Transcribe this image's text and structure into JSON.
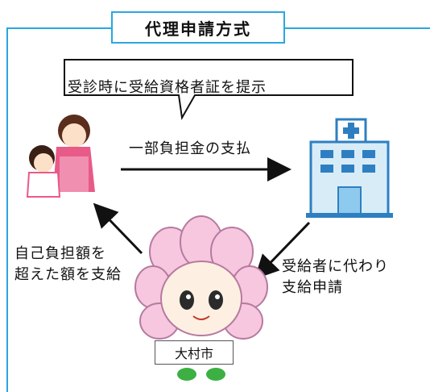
{
  "title": "代理申請方式",
  "speech_bubble": "受診時に受給資格者証を提示",
  "arrow_top_label": "一部負担金の支払",
  "arrow_left_label": [
    "自己負担額を",
    "超えた額を支給"
  ],
  "arrow_right_label": [
    "受給者に代わり",
    "支給申請"
  ],
  "city_sign": "大村市",
  "colors": {
    "frame": "#2aa7df",
    "hospital": "#2e7fc1",
    "mascot": "#f0b8d8"
  }
}
